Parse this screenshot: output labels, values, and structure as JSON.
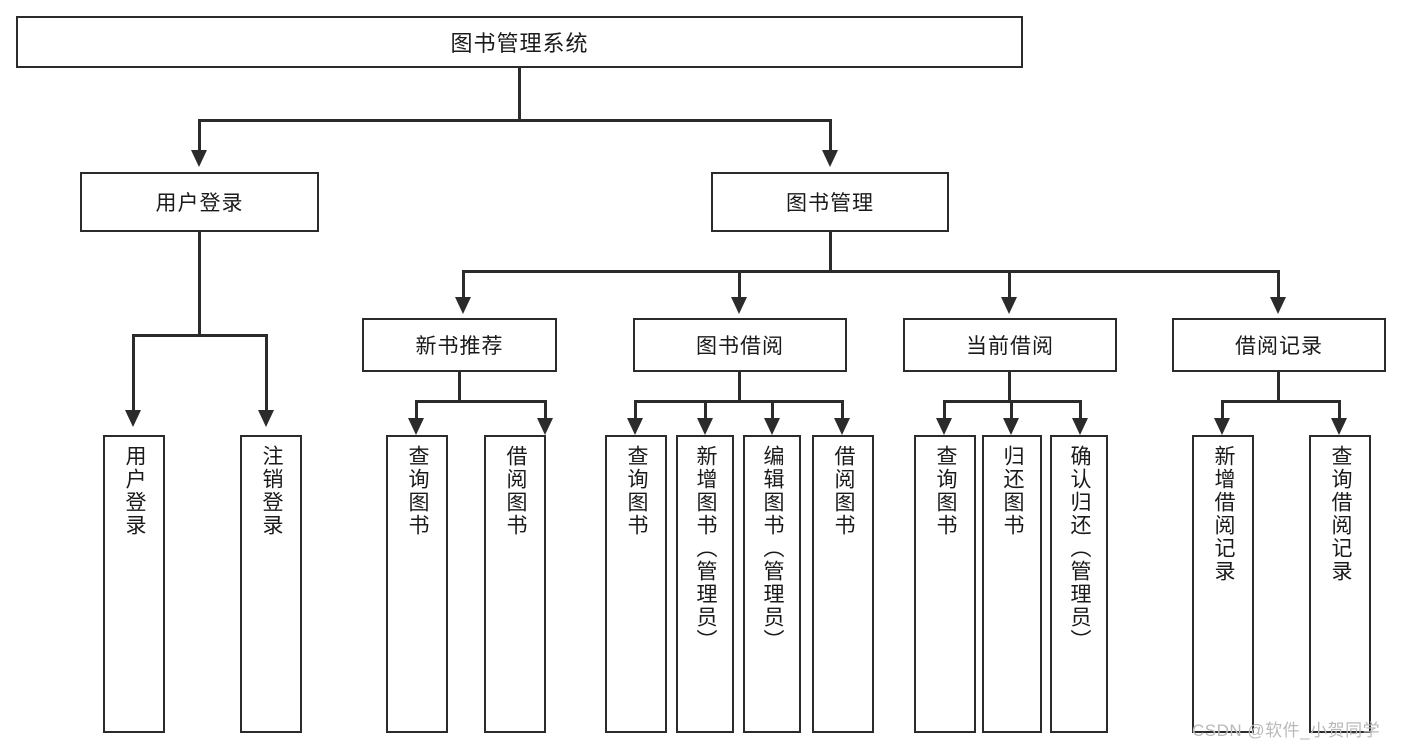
{
  "diagram": {
    "type": "tree-hierarchy-chart",
    "title": "图书管理系统",
    "watermark": "CSDN @软件_小贺同学",
    "colors": {
      "background": "#ffffff",
      "box_border": "#2b2b2b",
      "box_fill": "#ffffff",
      "text": "#1a1a1a",
      "connector": "#2b2b2b",
      "watermark": "#b9b9b9"
    }
  },
  "root": {
    "label": "图书管理系统"
  },
  "level2": [
    {
      "label": "用户登录"
    },
    {
      "label": "图书管理"
    }
  ],
  "level3": [
    {
      "label": "新书推荐"
    },
    {
      "label": "图书借阅"
    },
    {
      "label": "当前借阅"
    },
    {
      "label": "借阅记录"
    }
  ],
  "leaves": {
    "user_login": [
      {
        "label": "用户登录"
      },
      {
        "label": "注销登录"
      }
    ],
    "new_book_recommend": [
      {
        "label": "查询图书"
      },
      {
        "label": "借阅图书"
      }
    ],
    "book_borrow": [
      {
        "label": "查询图书"
      },
      {
        "label": "新增图书（管理员）"
      },
      {
        "label": "编辑图书（管理员）"
      },
      {
        "label": "借阅图书"
      }
    ],
    "current_borrow": [
      {
        "label": "查询图书"
      },
      {
        "label": "归还图书"
      },
      {
        "label": "确认归还（管理员）"
      }
    ],
    "borrow_record": [
      {
        "label": "新增借阅记录"
      },
      {
        "label": "查询借阅记录"
      }
    ]
  }
}
